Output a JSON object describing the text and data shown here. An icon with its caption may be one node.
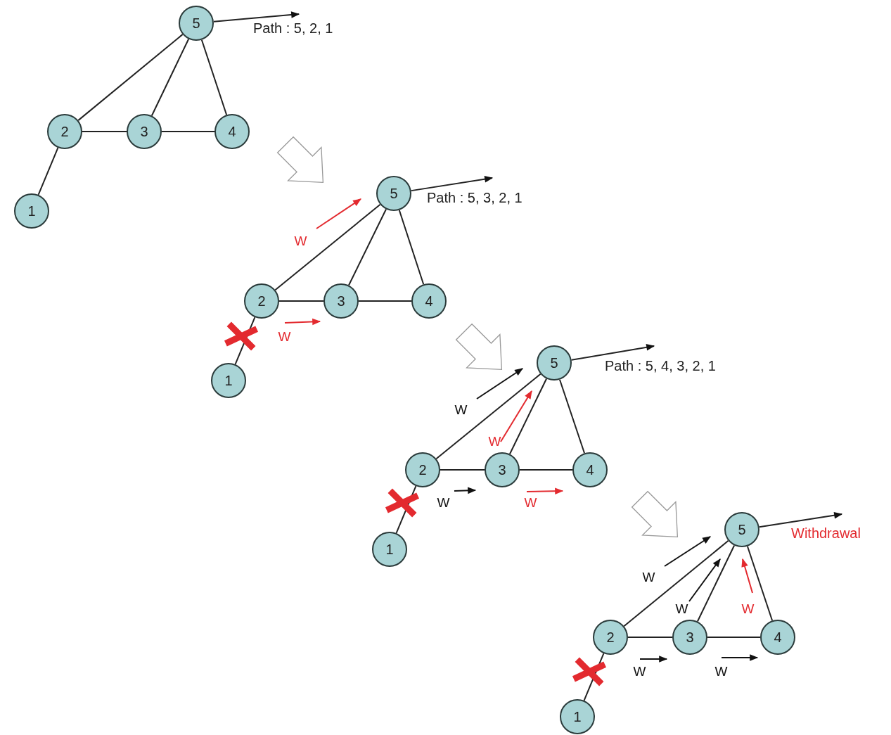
{
  "diagram": {
    "nodes": [
      {
        "text": [
          "5"
        ]
      },
      {
        "text": [
          "2"
        ]
      },
      {
        "text": [
          "3"
        ]
      },
      {
        "text": [
          "4"
        ]
      },
      {
        "text": [
          "1"
        ]
      },
      {
        "text": [
          "5"
        ]
      },
      {
        "text": [
          "2"
        ]
      },
      {
        "text": [
          "3"
        ]
      },
      {
        "text": [
          "4"
        ]
      },
      {
        "text": [
          "1"
        ]
      },
      {
        "text": [
          "5"
        ]
      },
      {
        "text": [
          "2"
        ]
      },
      {
        "text": [
          "3"
        ]
      },
      {
        "text": [
          "4"
        ]
      },
      {
        "text": [
          "1"
        ]
      },
      {
        "text": [
          "5"
        ]
      },
      {
        "text": [
          "2"
        ]
      },
      {
        "text": [
          "3"
        ]
      },
      {
        "text": [
          "4"
        ]
      },
      {
        "text": [
          "1"
        ]
      }
    ],
    "edges": [
      {
        "from": 0,
        "to": 1,
        "arrow": "none"
      },
      {
        "from": 0,
        "to": 2,
        "arrow": "none"
      },
      {
        "from": 0,
        "to": 3,
        "arrow": "none"
      },
      {
        "from": 1,
        "to": 2,
        "arrow": "none"
      },
      {
        "from": 2,
        "to": 3,
        "arrow": "none"
      },
      {
        "from": 1,
        "to": 4,
        "arrow": "none"
      },
      {
        "from": 0,
        "to": null,
        "arrow": "to",
        "label": "Path : 5, 2, 1"
      },
      {
        "from": 5,
        "to": 6,
        "arrow": "none"
      },
      {
        "from": 5,
        "to": 7,
        "arrow": "none"
      },
      {
        "from": 5,
        "to": 8,
        "arrow": "none"
      },
      {
        "from": 6,
        "to": 7,
        "arrow": "none"
      },
      {
        "from": 7,
        "to": 8,
        "arrow": "none"
      },
      {
        "from": 6,
        "to": 9,
        "arrow": "none"
      },
      {
        "from": 5,
        "to": null,
        "arrow": "to",
        "label": "Path : 5, 3, 2, 1"
      },
      {
        "from": 10,
        "to": 11,
        "arrow": "none"
      },
      {
        "from": 10,
        "to": 12,
        "arrow": "none"
      },
      {
        "from": 10,
        "to": 13,
        "arrow": "none"
      },
      {
        "from": 11,
        "to": 12,
        "arrow": "none"
      },
      {
        "from": 12,
        "to": 13,
        "arrow": "none"
      },
      {
        "from": 11,
        "to": 14,
        "arrow": "none"
      },
      {
        "from": 10,
        "to": null,
        "arrow": "to",
        "label": "Path  : 5, 4, 3, 2, 1"
      },
      {
        "from": 15,
        "to": 16,
        "arrow": "none"
      },
      {
        "from": 15,
        "to": 17,
        "arrow": "none"
      },
      {
        "from": 15,
        "to": 18,
        "arrow": "none"
      },
      {
        "from": 16,
        "to": 17,
        "arrow": "none"
      },
      {
        "from": 17,
        "to": 18,
        "arrow": "none"
      },
      {
        "from": 16,
        "to": 19,
        "arrow": "none"
      },
      {
        "from": 15,
        "to": null,
        "arrow": "to",
        "label": "Withdrawal"
      }
    ],
    "labels": [
      "W",
      "W",
      "W",
      "W",
      "W",
      "W",
      "W",
      "W",
      "W",
      "W",
      "W"
    ]
  }
}
